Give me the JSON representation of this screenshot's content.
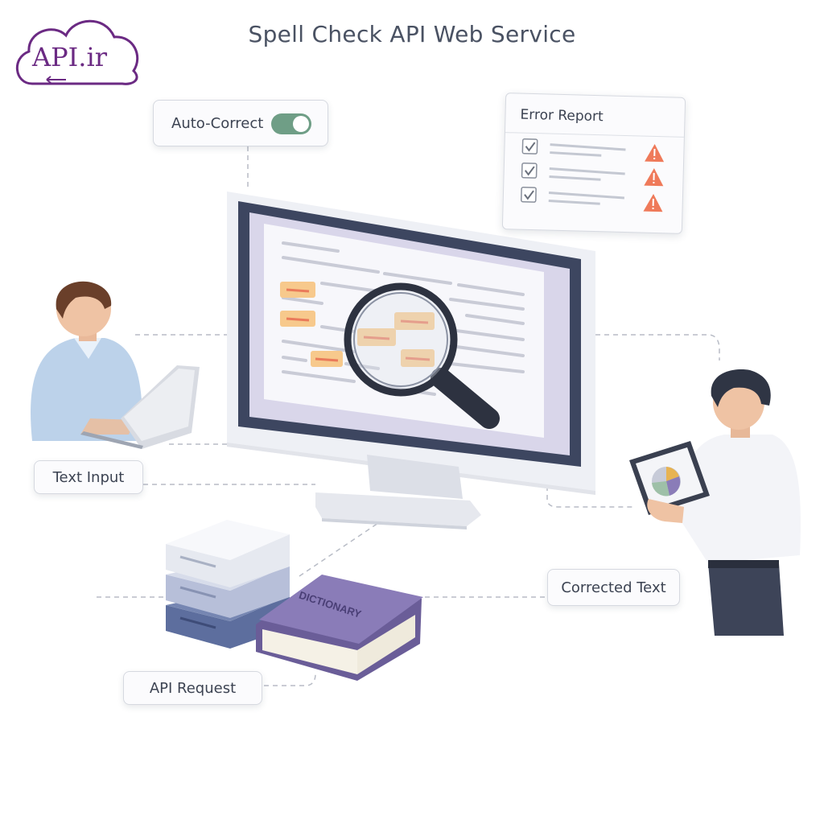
{
  "header": {
    "title": "Spell Check API Web Service"
  },
  "logo": {
    "text": "API.ir",
    "color": "#6b2a83"
  },
  "labels": {
    "auto_correct": "Auto-Correct",
    "text_input": "Text Input",
    "corrected_text": "Corrected Text",
    "api_request": "API Request"
  },
  "error_report": {
    "title": "Error Report",
    "rows": 3
  },
  "book": {
    "title": "DICTIONARY"
  },
  "toggle": {
    "state": "on",
    "color": "#6f9e86"
  },
  "colors": {
    "monitor_frame": "#3d4660",
    "highlight": "#f7c98c",
    "highlight_mark": "#ea7a5a",
    "warning": "#ef7a5a",
    "server_blue": "#5d6e9e",
    "book": "#8a7cb8"
  }
}
